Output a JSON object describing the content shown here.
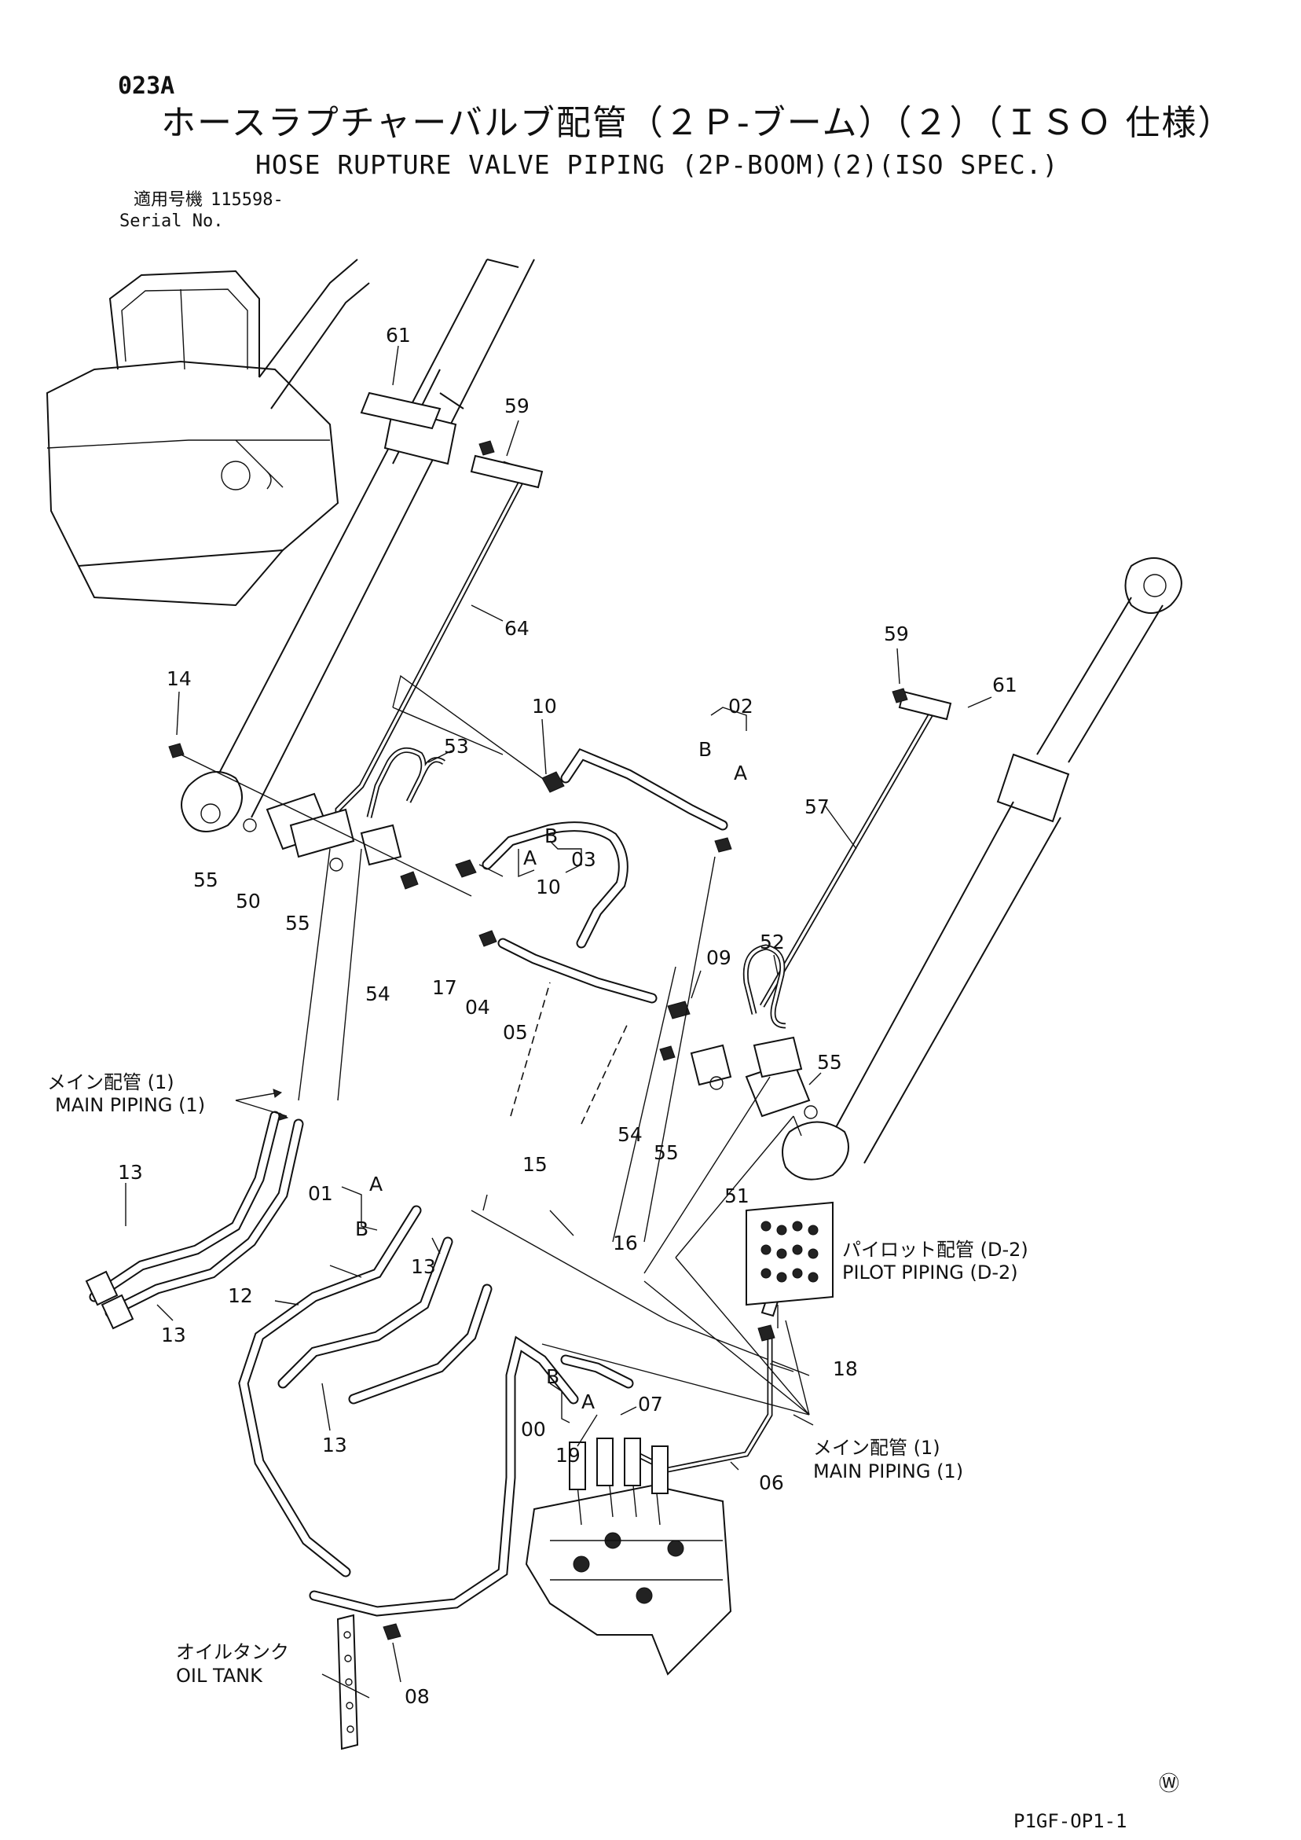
{
  "header": {
    "code": "023A",
    "title_jp": "ホースラプチャーバルブ配管（２Ｐ-ブーム）（２）（ＩＳＯ 仕様）",
    "title_en": "HOSE RUPTURE VALVE PIPING (2P-BOOM)(2)(ISO SPEC.)",
    "serial_label_jp": "適用号機",
    "serial_label_en": "Serial No.",
    "serial_value": "115598-"
  },
  "annotations": {
    "main_piping_left_jp": "メイン配管 (1)",
    "main_piping_left_en": "MAIN PIPING (1)",
    "pilot_piping_jp": "パイロット配管 (D-2)",
    "pilot_piping_en": "PILOT PIPING (D-2)",
    "main_piping_right_jp": "メイン配管 (1)",
    "main_piping_right_en": "MAIN PIPING (1)",
    "oil_tank_jp": "オイルタンク",
    "oil_tank_en": "OIL TANK"
  },
  "callouts": {
    "c61a": "61",
    "c59a": "59",
    "c64": "64",
    "c14": "14",
    "c10a": "10",
    "c02": "02",
    "c02B": "B",
    "c02A": "A",
    "c53": "53",
    "c59b": "59",
    "c61b": "61",
    "c57": "57",
    "c55a": "55",
    "c50": "50",
    "c55b": "55",
    "c03B": "B",
    "c03A": "A",
    "c03": "03",
    "c10b": "10",
    "c54a": "54",
    "c17": "17",
    "c04": "04",
    "c05": "05",
    "c52": "52",
    "c09": "09",
    "c55c": "55",
    "c54b": "54",
    "c55d": "55",
    "c51": "51",
    "c13a": "13",
    "c13b": "13",
    "c01": "01",
    "c01A": "A",
    "c01B": "B",
    "c15": "15",
    "c16": "16",
    "c13c": "13",
    "c12": "12",
    "c13d": "13",
    "c18": "18",
    "c00B": "B",
    "c00A": "A",
    "c00": "00",
    "c07": "07",
    "c19": "19",
    "c06": "06",
    "c08": "08"
  },
  "footer": {
    "mark": "Ⓦ",
    "drawing_no": "P1GF-OP1-1"
  }
}
